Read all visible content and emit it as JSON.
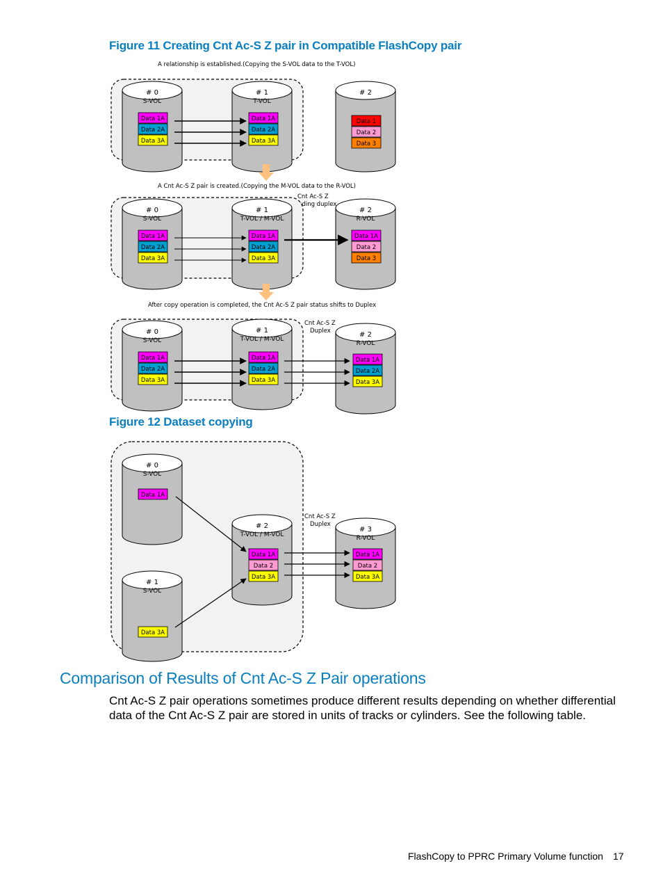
{
  "figure11": {
    "caption": "Figure 11 Creating Cnt Ac-S Z pair in Compatible FlashCopy pair",
    "step1_note": "A relationship is established.(Copying the S-VOL data to the T-VOL)",
    "step2_note": "A Cnt Ac-S Z pair is created.(Copying the M-VOL data to the R-VOL)",
    "step3_note": "After copy operation is completed, the Cnt Ac-S Z pair status shifts to Duplex",
    "pending_label": [
      "Cnt Ac-S Z",
      "Pending duplex"
    ],
    "duplex_label": [
      "Cnt Ac-S Z",
      "Duplex"
    ],
    "vol0": {
      "num": "# 0",
      "name": "S-VOL"
    },
    "vol1_step1": {
      "num": "# 1",
      "name": "T-VOL"
    },
    "vol1": {
      "num": "# 1",
      "name": "T-VOL / M-VOL"
    },
    "vol2_step1": {
      "num": "# 2",
      "name": ""
    },
    "vol2": {
      "num": "# 2",
      "name": "R-VOL"
    },
    "data_a": [
      "Data 1A",
      "Data 2A",
      "Data 3A"
    ],
    "data_old": [
      "Data 1",
      "Data 2",
      "Data 3"
    ],
    "data_mixed": [
      "Data 1A",
      "Data 2",
      "Data 3"
    ]
  },
  "figure12": {
    "caption": "Figure 12 Dataset copying",
    "duplex_label": [
      "Cnt Ac-S Z",
      "Duplex"
    ],
    "vol0": {
      "num": "# 0",
      "name": "S-VOL",
      "data": "Data 1A"
    },
    "vol1": {
      "num": "# 1",
      "name": "S-VOL",
      "data": "Data 3A"
    },
    "vol2": {
      "num": "# 2",
      "name": "T-VOL / M-VOL",
      "data": [
        "Data 1A",
        "Data 2",
        "Data 3A"
      ]
    },
    "vol3": {
      "num": "# 3",
      "name": "R-VOL",
      "data": [
        "Data 1A",
        "Data 2",
        "Data 3A"
      ]
    }
  },
  "section": {
    "title": "Comparison of Results of Cnt Ac-S Z Pair operations",
    "body": "Cnt Ac-S Z pair operations sometimes produce different results depending on whether differential data of the Cnt Ac-S Z pair are stored in units of tracks or cylinders. See the following table."
  },
  "footer": {
    "title": "FlashCopy to PPRC Primary Volume function",
    "page": "17"
  },
  "colors": {
    "caption": "#0a7fbf",
    "magenta": "#ff00ff",
    "cyan": "#00a0d0",
    "yellow": "#ffff00",
    "red": "#ff0000",
    "pink": "#ff9ad2",
    "orange": "#ff7f00",
    "cylinder": "#c0c0c0",
    "panel": "#f2f2f2",
    "down_arrow": "#ffc080"
  }
}
